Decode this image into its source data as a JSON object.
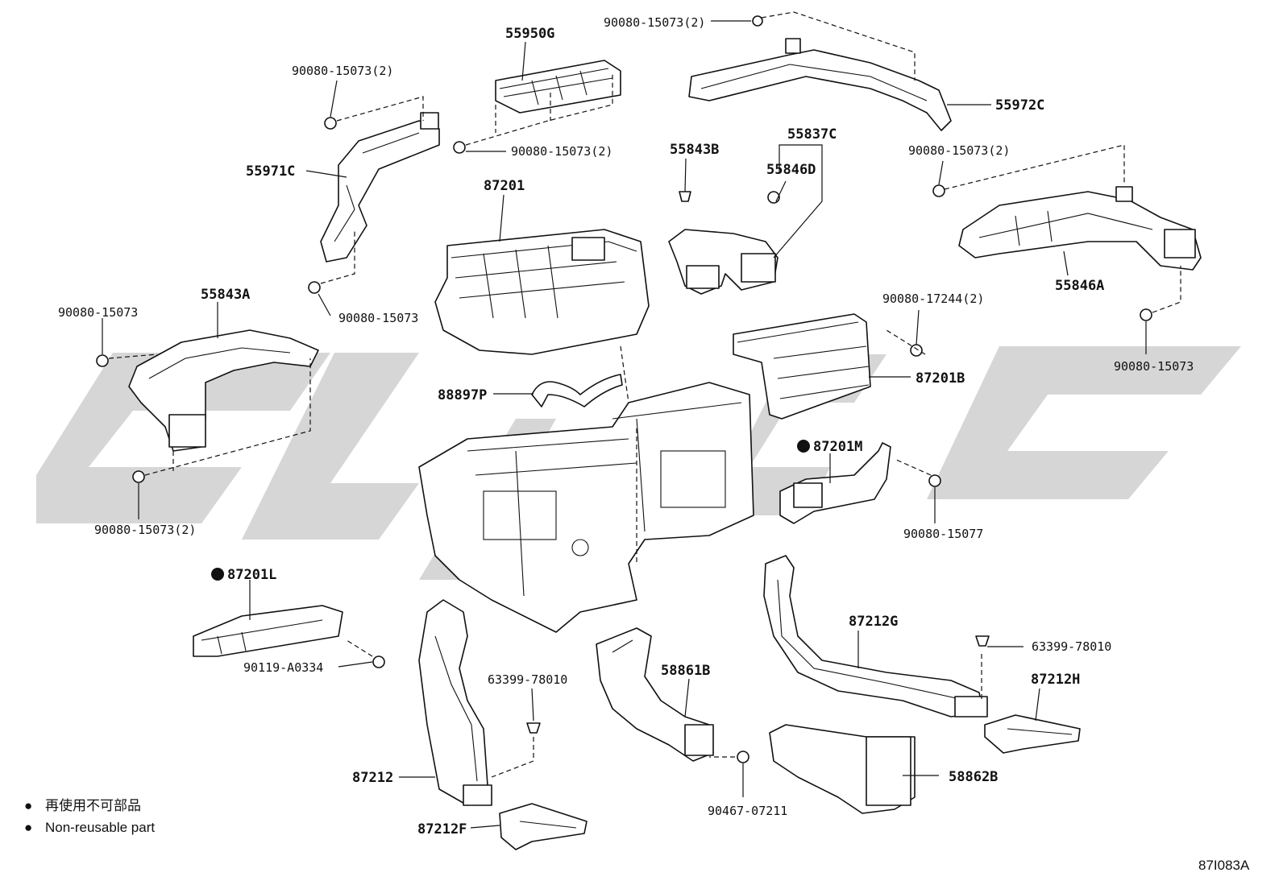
{
  "diagram": {
    "labels": [
      {
        "id": "p55950G",
        "text": "55950G"
      },
      {
        "id": "p90080_15073_2_top",
        "text": "90080-15073(2)"
      },
      {
        "id": "p55972C",
        "text": "55972C"
      },
      {
        "id": "p90080_15073_2_a",
        "text": "90080-15073(2)"
      },
      {
        "id": "p90080_15073_2_b",
        "text": "90080-15073(2)"
      },
      {
        "id": "p55971C",
        "text": "55971C"
      },
      {
        "id": "p87201",
        "text": "87201"
      },
      {
        "id": "p55843B",
        "text": "55843B"
      },
      {
        "id": "p55837C",
        "text": "55837C"
      },
      {
        "id": "p55846D",
        "text": "55846D"
      },
      {
        "id": "p90080_15073_2_right",
        "text": "90080-15073(2)"
      },
      {
        "id": "p55846A",
        "text": "55846A"
      },
      {
        "id": "p90080_15073_mid",
        "text": "90080-15073"
      },
      {
        "id": "p55843A",
        "text": "55843A"
      },
      {
        "id": "p90080_15073_left",
        "text": "90080-15073"
      },
      {
        "id": "p90080_17244_2",
        "text": "90080-17244(2)"
      },
      {
        "id": "p90080_15073_farright",
        "text": "90080-15073"
      },
      {
        "id": "p87201B",
        "text": "87201B"
      },
      {
        "id": "p88897P",
        "text": "88897P"
      },
      {
        "id": "p87201M",
        "text": "87201M"
      },
      {
        "id": "p90080_15073_2_bottomleft",
        "text": "90080-15073(2)"
      },
      {
        "id": "p90080_15077",
        "text": "90080-15077"
      },
      {
        "id": "p87201L",
        "text": "87201L"
      },
      {
        "id": "p87212G",
        "text": "87212G"
      },
      {
        "id": "p63399_78010_r",
        "text": "63399-78010"
      },
      {
        "id": "p90119_A0334",
        "text": "90119-A0334"
      },
      {
        "id": "p58861B",
        "text": "58861B"
      },
      {
        "id": "p63399_78010_l",
        "text": "63399-78010"
      },
      {
        "id": "p87212H",
        "text": "87212H"
      },
      {
        "id": "p87212",
        "text": "87212"
      },
      {
        "id": "p58862B",
        "text": "58862B"
      },
      {
        "id": "p90467_07211",
        "text": "90467-07211"
      },
      {
        "id": "p87212F",
        "text": "87212F"
      }
    ],
    "legend": [
      {
        "marker": "●",
        "text": "再使用不可部品"
      },
      {
        "marker": "●",
        "text": "Non-reusable part"
      }
    ],
    "figure_code": "87I083A",
    "colors": {
      "line": "#111111",
      "watermark": "#c8c8c8"
    }
  }
}
